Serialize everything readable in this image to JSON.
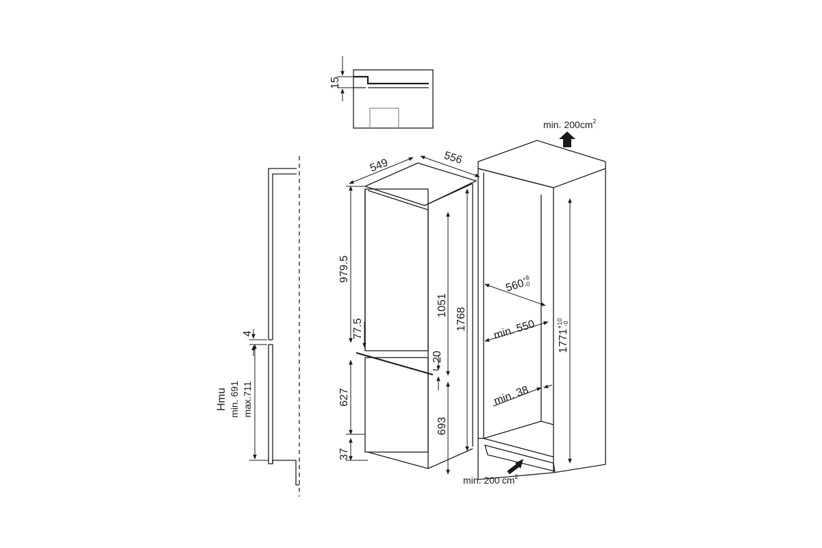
{
  "detail": {
    "gap": "15"
  },
  "appliance": {
    "depth": "549",
    "width": "556",
    "upper_door": "979.5",
    "upper_section": "1051",
    "total_height": "1768",
    "door_gap_offset": "77.5",
    "door_gap": "20",
    "lower_door": "627",
    "lower_section": "693",
    "plinth": "37"
  },
  "side": {
    "gap": "4",
    "hmu_label": "Hmu",
    "hmu_min": "min. 691",
    "hmu_max": "max.711"
  },
  "niche": {
    "vent_top_prefix": "min. 200",
    "vent_top_unit": "cm",
    "vent_top_sup": "2",
    "vent_bottom_prefix": "min. 200",
    "vent_bottom_unit": "cm",
    "vent_bottom_sup": "2",
    "width": "560",
    "width_tol_plus": "+8",
    "width_tol_minus": "-0",
    "depth": "min. 550",
    "height": "1771",
    "height_tol_plus": "+10",
    "height_tol_minus": "-0",
    "vent_gap": "min. 38"
  }
}
